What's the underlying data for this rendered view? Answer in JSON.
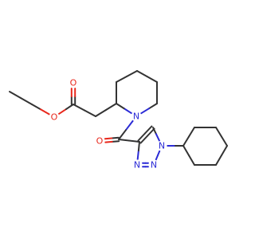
{
  "molecule": {
    "atoms": [
      {
        "id": "o_carbonyl_ester",
        "label": "O",
        "color": "#e8281c"
      },
      {
        "id": "o_ether_ester",
        "label": "O",
        "color": "#e8281c"
      },
      {
        "id": "n_piperidine",
        "label": "N",
        "color": "#2b2bd6"
      },
      {
        "id": "o_amide",
        "label": "O",
        "color": "#e8281c"
      },
      {
        "id": "n_triazole_1",
        "label": "N",
        "color": "#2b2bd6"
      },
      {
        "id": "n_triazole_2",
        "label": "N",
        "color": "#2b2bd6"
      },
      {
        "id": "n_triazole_3",
        "label": "N",
        "color": "#2b2bd6"
      }
    ],
    "colors": {
      "bond": "#333333",
      "oxygen": "#e8281c",
      "nitrogen": "#2b2bd6",
      "background": "#ffffff"
    }
  }
}
